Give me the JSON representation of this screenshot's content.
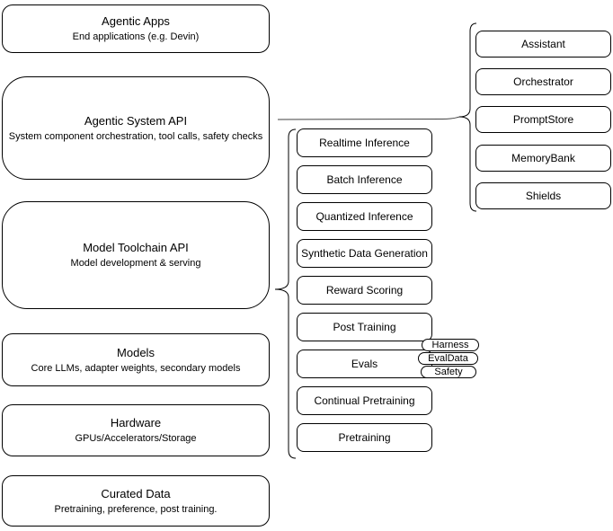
{
  "diagram": {
    "colors": {
      "background": "#ffffff",
      "box_fill": "#ffffff",
      "box_border": "#000000",
      "connector": "#424242",
      "text": "#000000"
    },
    "left_stack": [
      {
        "title": "Agentic Apps",
        "subtitle": "End applications (e.g. Devin)"
      },
      {
        "title": "Agentic System API",
        "subtitle": "System component orchestration, tool calls, safety checks"
      },
      {
        "title": "Model Toolchain API",
        "subtitle": "Model development & serving"
      },
      {
        "title": "Models",
        "subtitle": "Core LLMs, adapter weights, secondary models"
      },
      {
        "title": "Hardware",
        "subtitle": "GPUs/Accelerators/Storage"
      },
      {
        "title": "Curated Data",
        "subtitle": "Pretraining, preference, post training."
      }
    ],
    "toolchain_stack": [
      "Realtime Inference",
      "Batch Inference",
      "Quantized Inference",
      "Synthetic Data Generation",
      "Reward Scoring",
      "Post Training",
      "Evals",
      "Continual Pretraining",
      "Pretraining"
    ],
    "evals_tags": [
      "Harness",
      "EvalData",
      "Safety"
    ],
    "system_stack": [
      "Assistant",
      "Orchestrator",
      "PromptStore",
      "MemoryBank",
      "Shields"
    ]
  }
}
